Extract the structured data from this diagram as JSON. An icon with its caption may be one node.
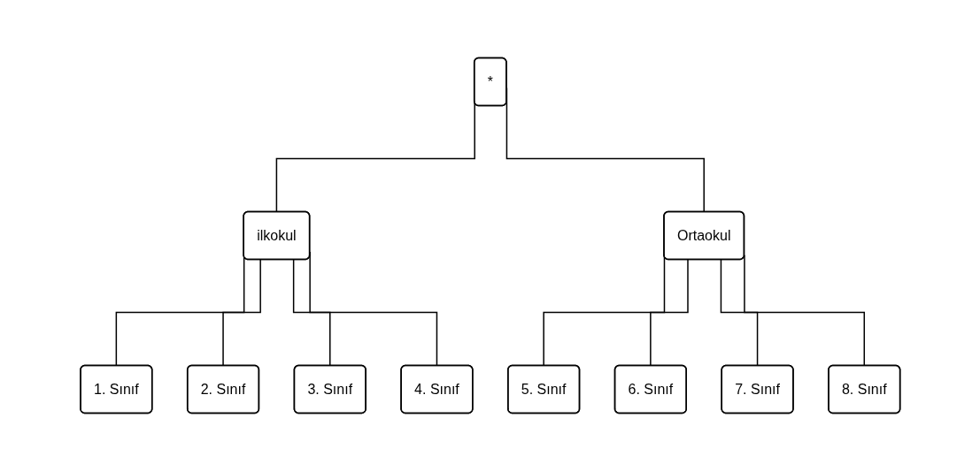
{
  "diagram": {
    "nodes": [
      {
        "text": [
          "*"
        ]
      },
      {
        "text": [
          "ilkokul"
        ]
      },
      {
        "text": [
          "Ortaokul"
        ]
      },
      {
        "text": [
          "1. Sınıf"
        ]
      },
      {
        "text": [
          "2. Sınıf"
        ]
      },
      {
        "text": [
          "3. Sınıf"
        ]
      },
      {
        "text": [
          "4. Sınıf"
        ]
      },
      {
        "text": [
          "5. Sınıf"
        ]
      },
      {
        "text": [
          "6. Sınıf"
        ]
      },
      {
        "text": [
          "7. Sınıf"
        ]
      },
      {
        "text": [
          "8. Sınıf"
        ]
      }
    ],
    "edges": [
      {
        "from": 0,
        "to": 1,
        "arrow": "none"
      },
      {
        "from": 0,
        "to": 2,
        "arrow": "none"
      },
      {
        "from": 1,
        "to": 3,
        "arrow": "none"
      },
      {
        "from": 1,
        "to": 4,
        "arrow": "none"
      },
      {
        "from": 1,
        "to": 5,
        "arrow": "none"
      },
      {
        "from": 1,
        "to": 6,
        "arrow": "none"
      },
      {
        "from": 2,
        "to": 7,
        "arrow": "none"
      },
      {
        "from": 2,
        "to": 8,
        "arrow": "none"
      },
      {
        "from": 2,
        "to": 9,
        "arrow": "none"
      },
      {
        "from": 2,
        "to": 10,
        "arrow": "none"
      }
    ]
  }
}
